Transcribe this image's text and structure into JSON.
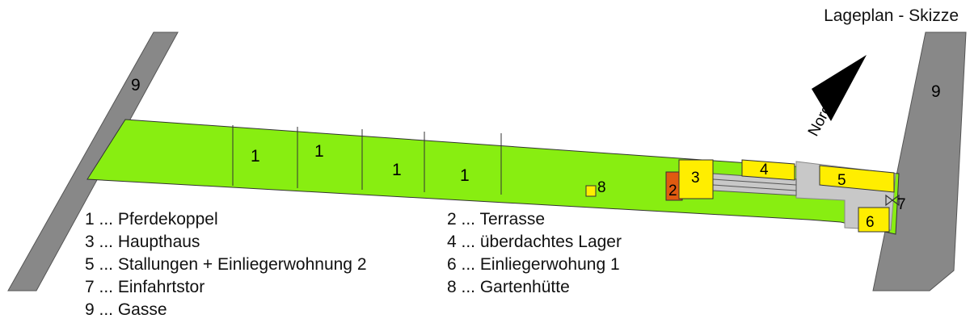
{
  "title": "Lageplan - Skizze",
  "north_label": "Norden",
  "plot_labels": {
    "gasse_left": "9",
    "gasse_right": "9",
    "koppel_a": "1",
    "koppel_b": "1",
    "koppel_c": "1",
    "koppel_d": "1",
    "terrasse": "2",
    "haupthaus": "3",
    "lager": "4",
    "stallungen": "5",
    "einlieger1": "6",
    "tor": "7",
    "gartenhuette": "8"
  },
  "legend": [
    "1 ... Pferdekoppel",
    "2 ... Terrasse",
    "3 ... Haupthaus",
    "4 ...  überdachtes Lager",
    "5 ... Stallungen + Einliegerwohnung 2",
    "6 ... Einliegerwohung 1",
    "7 ... Einfahrtstor",
    "8 ... Gartenhütte",
    "9 ... Gasse"
  ],
  "colors": {
    "field": "#88ee11",
    "road": "#888888",
    "building": "#ffee00",
    "terrace": "#e05a10",
    "courtyard": "#c8c8c8"
  }
}
